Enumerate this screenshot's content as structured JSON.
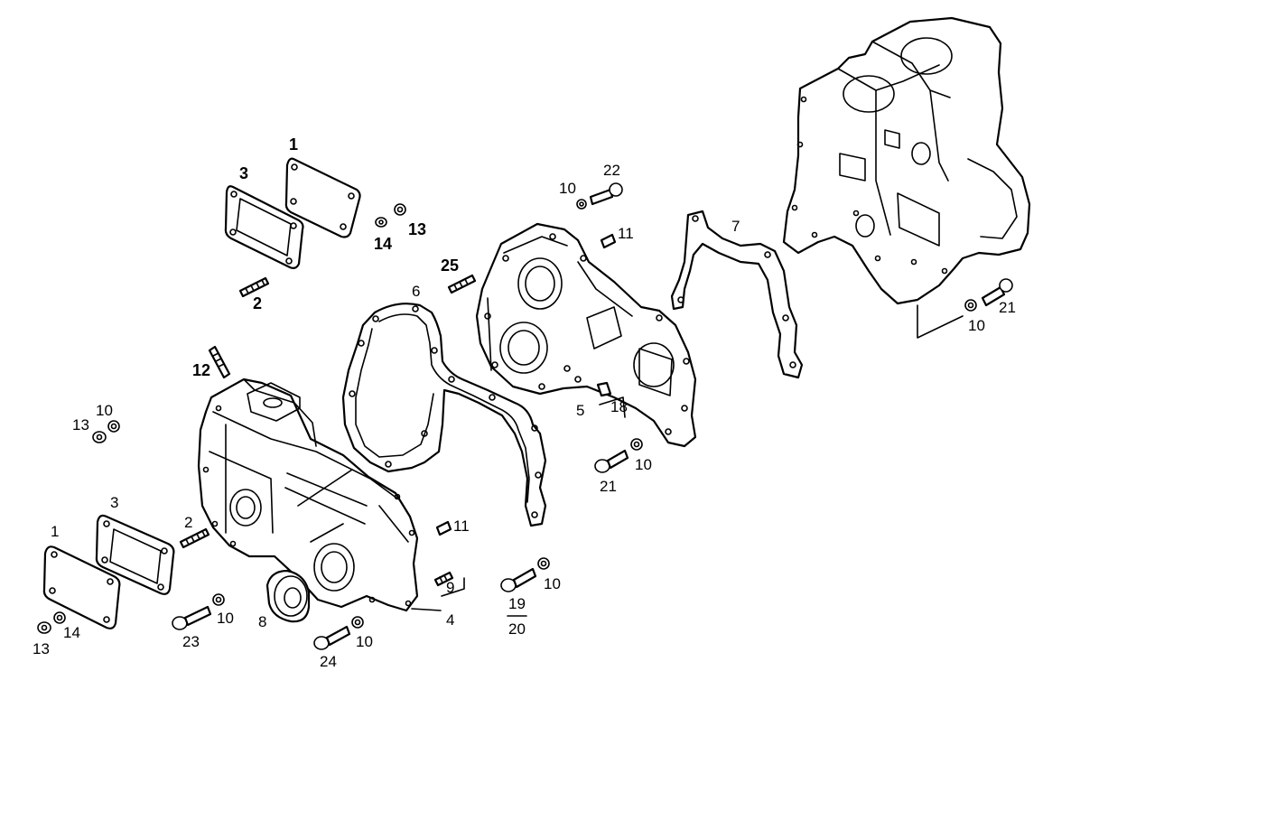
{
  "labels": {
    "l1_top": "1",
    "l3_top": "3",
    "l14_top": "14",
    "l13_top": "13",
    "l2_top": "2",
    "l25": "25",
    "l6": "6",
    "l12": "12",
    "l10_left": "10",
    "l13_left": "13",
    "l3_bot": "3",
    "l1_bot": "1",
    "l2_bot": "2",
    "l8": "8",
    "l13_bot": "13",
    "l14_bot": "14",
    "l23": "23",
    "l10_a": "10",
    "l24": "24",
    "l10_b": "10",
    "l11_mid": "11",
    "l9": "9",
    "l4": "4",
    "l19": "19",
    "l20": "20",
    "l10_c": "10",
    "l21_mid": "21",
    "l10_d": "10",
    "l5": "5",
    "l18": "18",
    "l22": "22",
    "l10_e": "10",
    "l11_top": "11",
    "l7": "7",
    "l21_right": "21",
    "l10_right": "10"
  }
}
